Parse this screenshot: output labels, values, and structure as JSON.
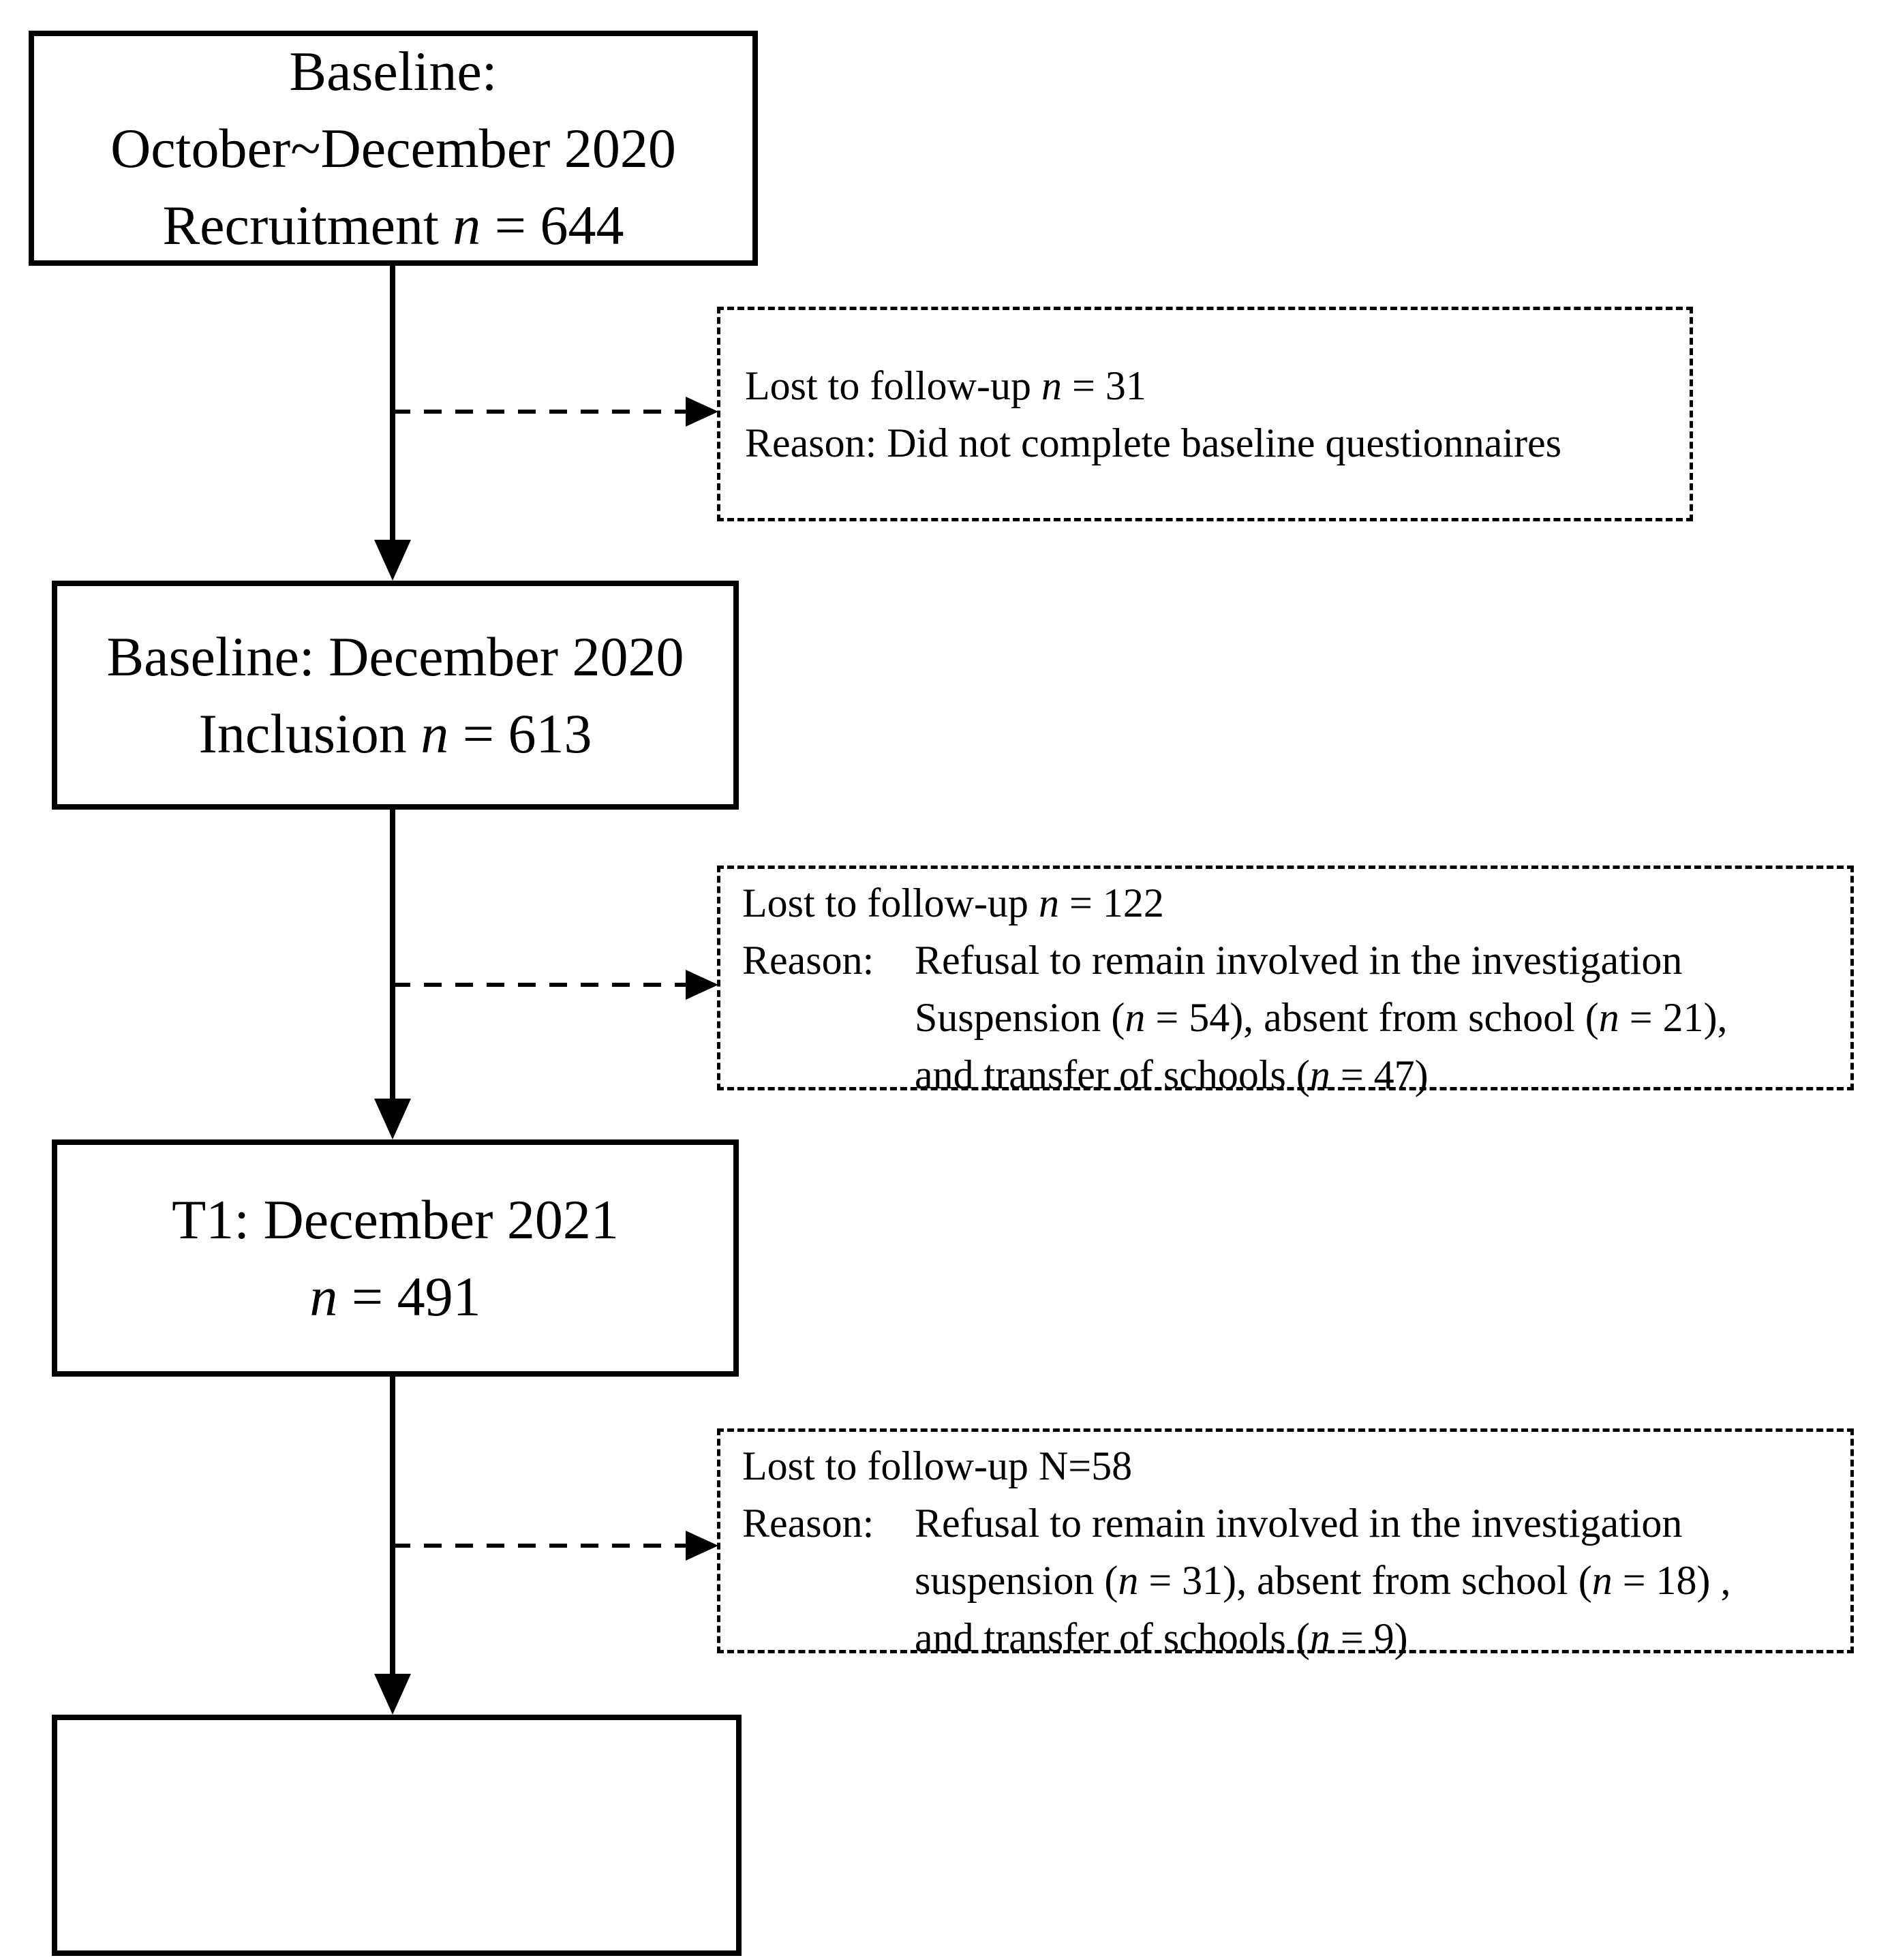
{
  "page": {
    "background": "#ffffff",
    "ink": "#000000"
  },
  "flow": {
    "box1": {
      "line1": "Baseline:",
      "line2": "October~December 2020",
      "line3_pre": "Recruitment ",
      "line3_n": "n",
      "line3_post": " = 644"
    },
    "dashed1": {
      "line1_pre": "Lost to follow-up ",
      "line1_n": "n",
      "line1_post": " = 31",
      "line2": "Reason: Did not complete baseline questionnaires"
    },
    "box2": {
      "line1": "Baseline: December 2020",
      "line2_pre": "Inclusion ",
      "line2_n": "n",
      "line2_post": " = 613"
    },
    "dashed2": {
      "line1_pre": "Lost to follow-up ",
      "line1_n": "n",
      "line1_post": " = 122",
      "reason_label": "Reason:",
      "reason1": "Refusal to remain involved in the investigation",
      "reason2_a": "Suspension (",
      "reason2_n1": "n",
      "reason2_b": " = 54), absent from school (",
      "reason2_n2": "n",
      "reason2_c": " = 21),",
      "reason3_a": "and transfer of schools (",
      "reason3_n": "n",
      "reason3_b": " = 47)"
    },
    "box3": {
      "line1": "T1: December 2021",
      "line2_n": "n",
      "line2_post": " = 491"
    },
    "dashed3": {
      "line1": "Lost to follow-up N=58",
      "reason_label": "Reason:",
      "reason1": "Refusal to remain involved in the investigation",
      "reason2_a": "suspension (",
      "reason2_n1": "n",
      "reason2_b": " = 31), absent from school (",
      "reason2_n2": "n",
      "reason2_c": " = 18) ,",
      "reason3_a": "and transfer of schools (",
      "reason3_n": "n",
      "reason3_b": " = 9)"
    }
  }
}
